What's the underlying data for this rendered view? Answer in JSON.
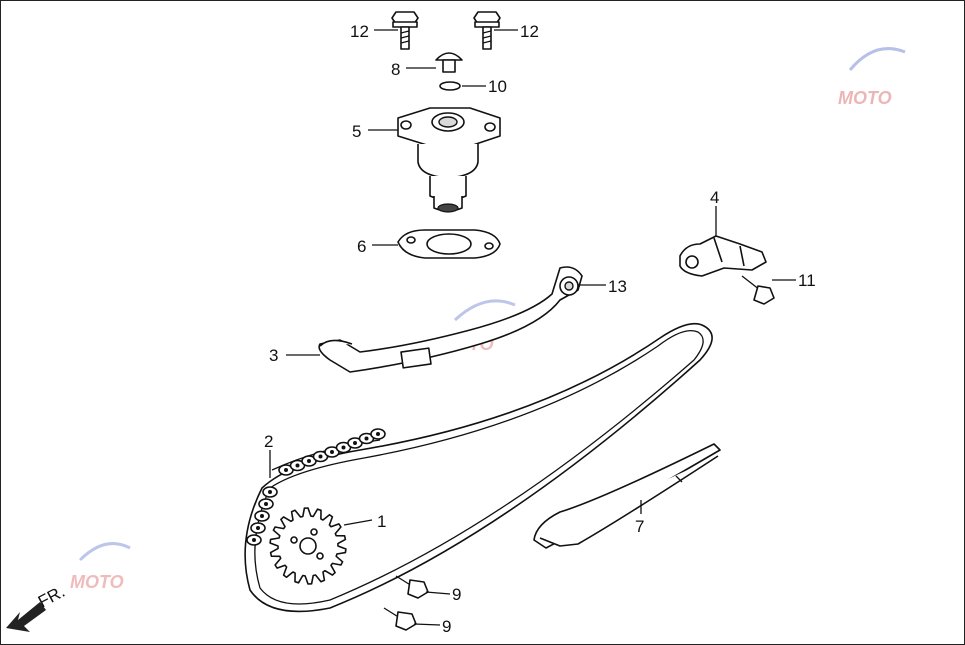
{
  "callouts": {
    "c1": "1",
    "c2": "2",
    "c3": "3",
    "c4": "4",
    "c5": "5",
    "c6": "6",
    "c7": "7",
    "c8": "8",
    "c9a": "9",
    "c9b": "9",
    "c10": "10",
    "c11": "11",
    "c12a": "12",
    "c12b": "12",
    "c13": "13"
  },
  "direction": {
    "label": "FR."
  },
  "watermark": {
    "text": "MOTO"
  },
  "colors": {
    "line": "#111111",
    "watermark_blue": "#7d8fd6",
    "watermark_red": "#e07a7a"
  }
}
